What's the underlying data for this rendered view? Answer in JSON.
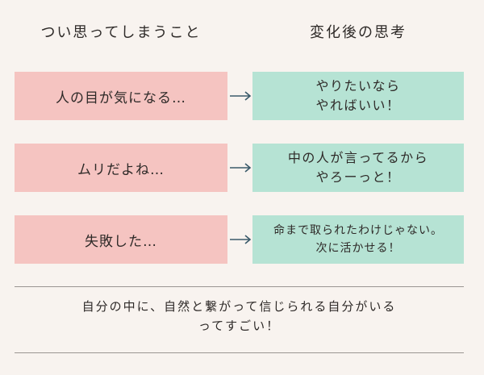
{
  "headers": {
    "before": "つい思ってしまうこと",
    "after": "変化後の思考"
  },
  "rows": [
    {
      "before": "人の目が気になる…",
      "after": "やりたいなら\nやればいい！"
    },
    {
      "before": "ムリだよね…",
      "after": "中の人が言ってるから\nやろーっと！"
    },
    {
      "before": "失敗した…",
      "after": "命まで取られたわけじゃない。\n次に活かせる！"
    }
  ],
  "conclusion": "自分の中に、自然と繋がって信じられる自分がいる\nってすごい！",
  "colors": {
    "background": "#f8f3ef",
    "before_box": "#f5c4c1",
    "after_box": "#b6e3d4",
    "arrow": "#3a5a6a"
  }
}
